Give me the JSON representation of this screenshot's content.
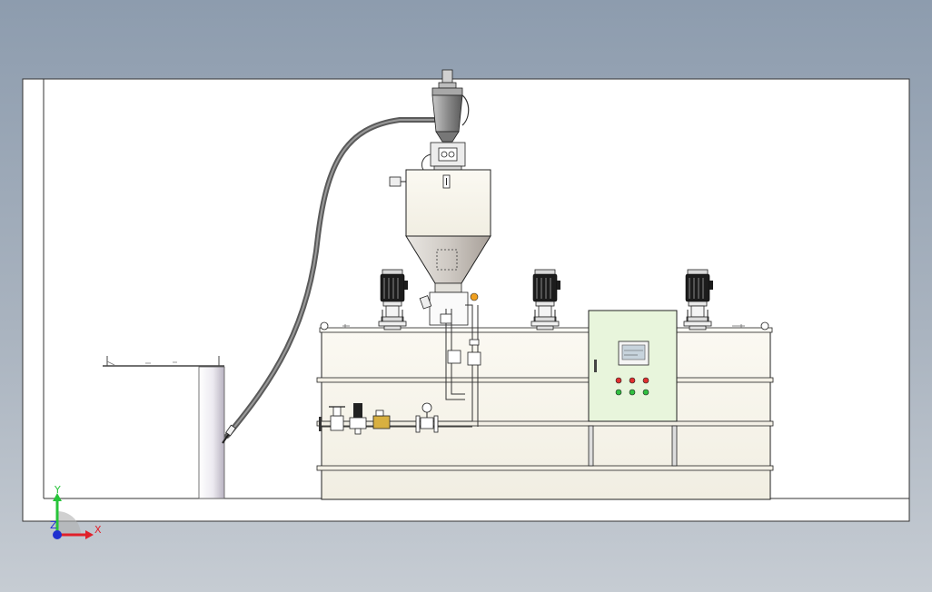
{
  "viewport": {
    "background_top": "#8d9cae",
    "background_bottom": "#c6ccd3",
    "paper_color": "#ffffff"
  },
  "triad": {
    "x_label": "X",
    "y_label": "Y",
    "z_label": "Z",
    "x_color": "#e0202a",
    "y_color": "#27c43a",
    "z_color": "#2030d0"
  },
  "equipment": {
    "tank_fill": "#f7f4ea",
    "panel_fill": "#e8f5dc",
    "silo_fill": "#dedcd8",
    "mixer_motor_color": "#1c1c1c",
    "button_colors": [
      "#e03030",
      "#e03030",
      "#e03030",
      "#30c040",
      "#30c040",
      "#30c040"
    ],
    "mixer_count": 3
  }
}
